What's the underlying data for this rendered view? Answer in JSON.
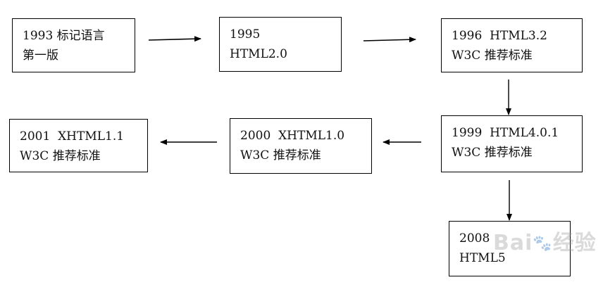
{
  "nodes": [
    {
      "id": "n1",
      "lines": [
        "1993 标记语言",
        "第一版"
      ]
    },
    {
      "id": "n2",
      "lines": [
        "1995",
        "HTML2.0"
      ]
    },
    {
      "id": "n3",
      "lines": [
        "1996  HTML3.2",
        "W3C 推荐标准"
      ]
    },
    {
      "id": "n4",
      "lines": [
        "1999  HTML4.0.1",
        "W3C 推荐标准"
      ]
    },
    {
      "id": "n5",
      "lines": [
        "2000  XHTML1.0",
        "W3C 推荐标准"
      ]
    },
    {
      "id": "n6",
      "lines": [
        "2001  XHTML1.1",
        "W3C 推荐标准"
      ]
    },
    {
      "id": "n7",
      "lines": [
        "2008",
        "HTML5"
      ]
    }
  ],
  "watermark": {
    "text": "Bai",
    "text2": "经验",
    "icon": "paw-icon"
  },
  "colors": {
    "line": "#000000",
    "watermark": "#969696"
  }
}
